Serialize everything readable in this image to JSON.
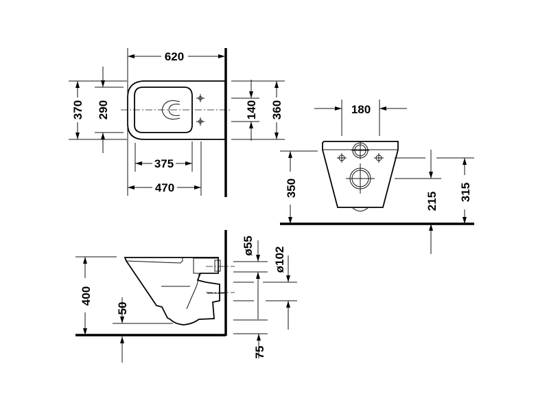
{
  "title": "Wall-mounted toilet dimension drawing",
  "top_view": {
    "width": "620",
    "outer_depth": "370",
    "inner_depth": "290",
    "bolt_spacing": "140",
    "rear_width": "360",
    "inner_length": "375",
    "fixing_length": "470"
  },
  "front_view": {
    "bolt_distance": "180",
    "height": "350",
    "bolt_height": "215",
    "inlet_height": "315"
  },
  "side_view": {
    "rim_height": "400",
    "water_level": "50",
    "inlet_diameter": "ø55",
    "outlet_diameter": "ø102",
    "outlet_offset": "75"
  }
}
